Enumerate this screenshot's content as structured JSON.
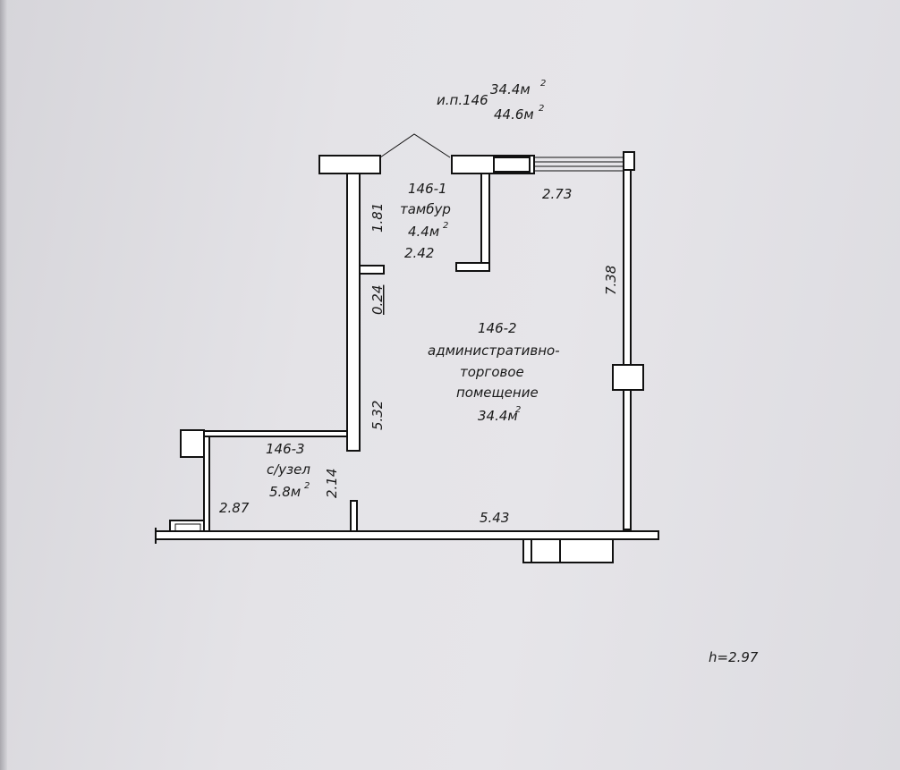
{
  "plan": {
    "unit_label": "и.п.146",
    "unit_area": "34.4м",
    "unit_area_total": "44.6м",
    "sq": "2",
    "height": "h=2.97",
    "rooms": [
      {
        "number": "146-1",
        "name": "тамбур",
        "area": "4.4м"
      },
      {
        "number": "146-2",
        "name_line1": "административно-",
        "name_line2": "торговое",
        "name_line3": "помещение",
        "area": "34.4м"
      },
      {
        "number": "146-3",
        "name": "с/узел",
        "area": "5.8м"
      }
    ],
    "dimensions": {
      "d_181": "1.81",
      "d_242": "2.42",
      "d_024": "0.24",
      "d_273": "2.73",
      "d_738": "7.38",
      "d_532": "5.32",
      "d_214": "2.14",
      "d_287": "2.87",
      "d_543": "5.43"
    }
  }
}
